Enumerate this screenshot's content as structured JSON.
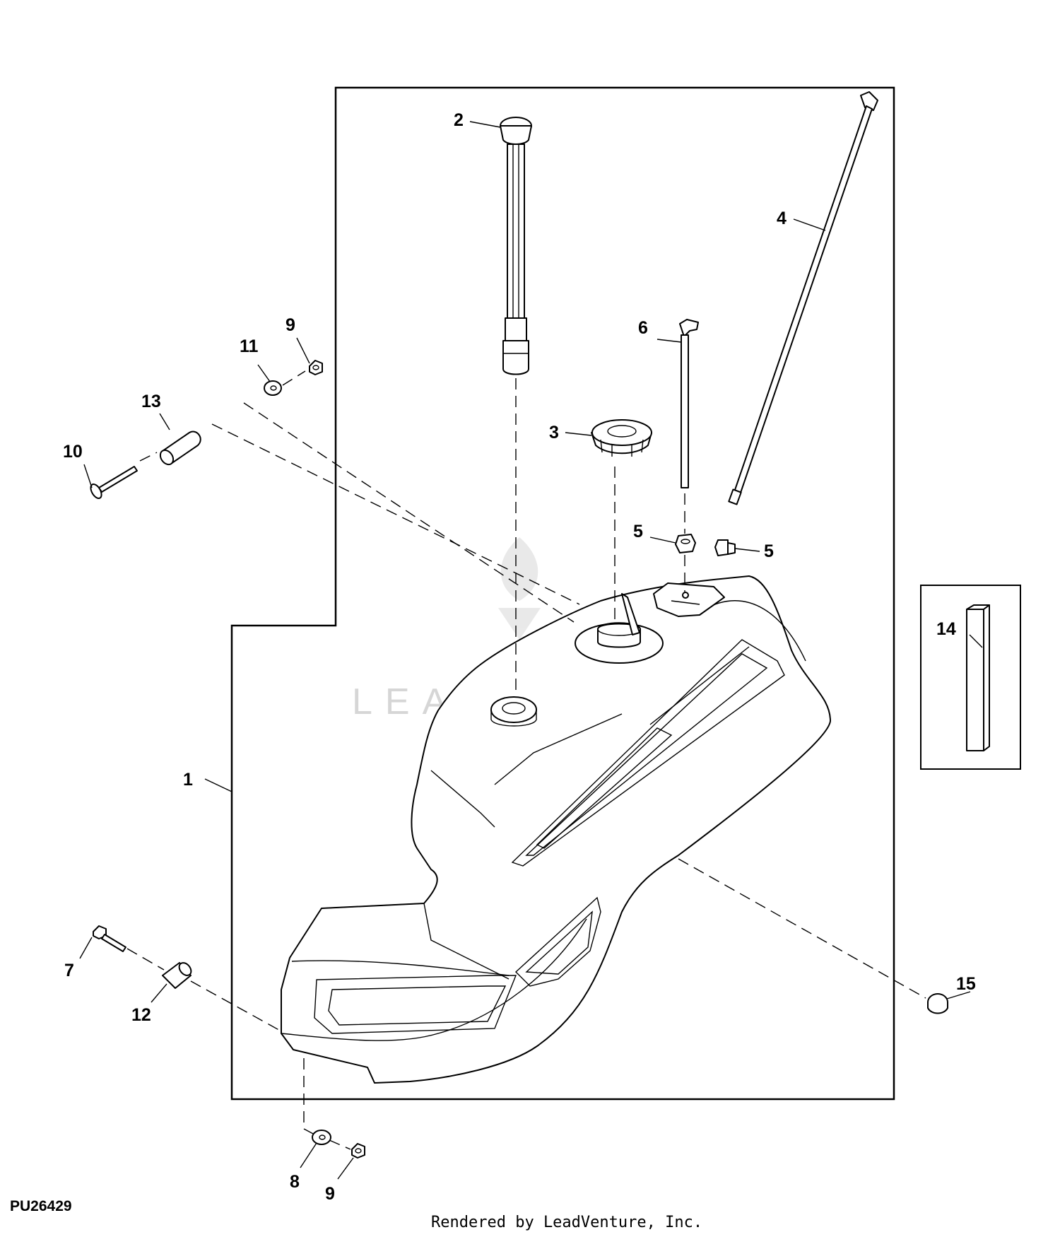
{
  "diagram": {
    "figure_id": "PU26429",
    "footer": "Rendered by LeadVenture, Inc.",
    "watermark_text": "LEADVENTURE",
    "callouts": {
      "c1": "1",
      "c2": "2",
      "c3": "3",
      "c4": "4",
      "c5a": "5",
      "c5b": "5",
      "c6": "6",
      "c7": "7",
      "c8": "8",
      "c9a": "9",
      "c9b": "9",
      "c10": "10",
      "c11": "11",
      "c12": "12",
      "c13": "13",
      "c14": "14",
      "c15": "15"
    }
  }
}
